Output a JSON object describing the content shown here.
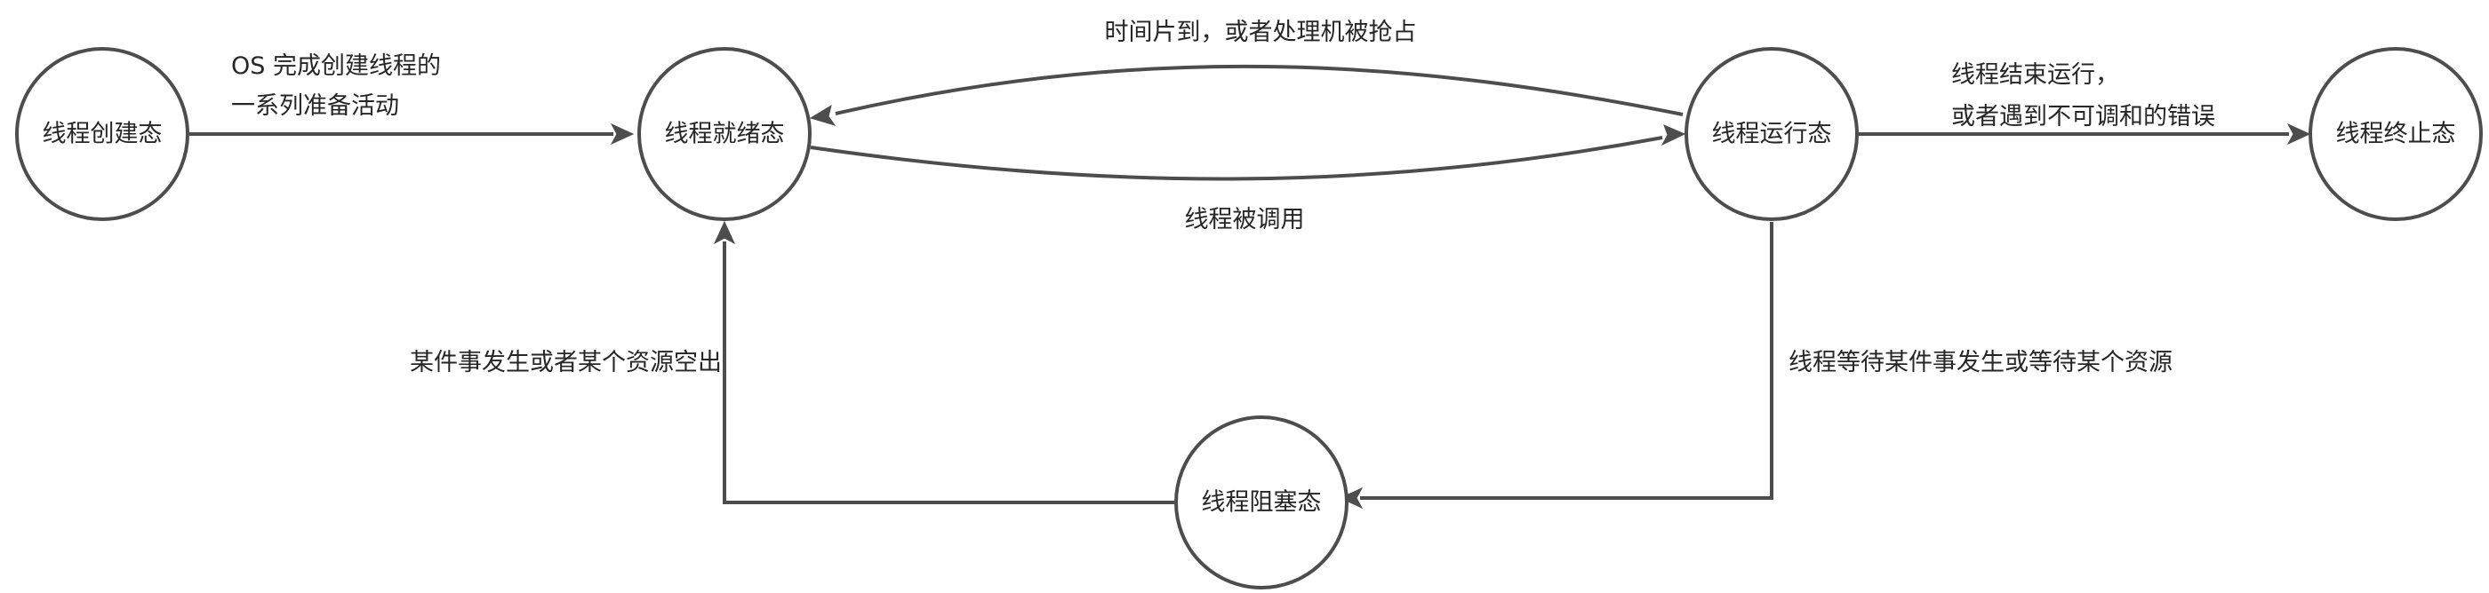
{
  "nodes": {
    "created": {
      "label": "线程创建态"
    },
    "ready": {
      "label": "线程就绪态"
    },
    "running": {
      "label": "线程运行态"
    },
    "terminated": {
      "label": "线程终止态"
    },
    "blocked": {
      "label": "线程阻塞态"
    }
  },
  "edges": {
    "created_to_ready": {
      "line1": "OS 完成创建线程的",
      "line2": "一系列准备活动"
    },
    "running_to_ready": {
      "label": "时间片到，或者处理机被抢占"
    },
    "ready_to_running": {
      "label": "线程被调用"
    },
    "running_to_terminated": {
      "line1": "线程结束运行，",
      "line2": "或者遇到不可调和的错误"
    },
    "running_to_blocked": {
      "label": "线程等待某件事发生或等待某个资源"
    },
    "blocked_to_ready": {
      "label": "某件事发生或者某个资源空出"
    }
  }
}
